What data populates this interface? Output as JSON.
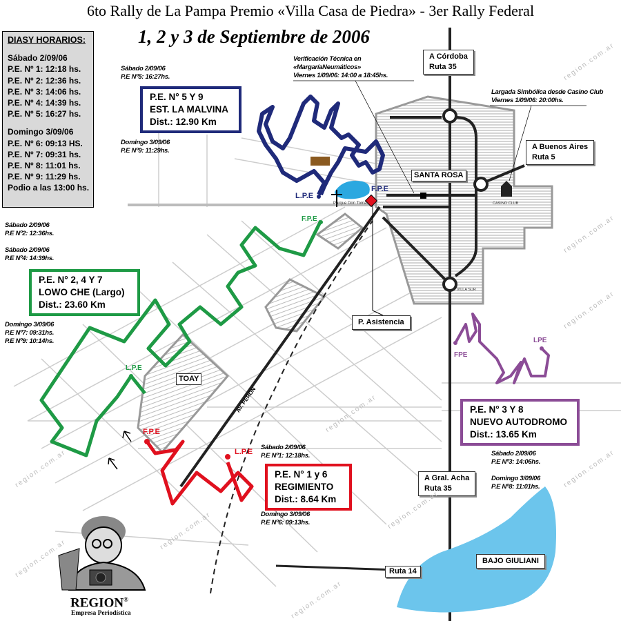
{
  "header": {
    "title": "6to Rally de La Pampa Premio «Villa Casa de Piedra» - 3er Rally Federal",
    "dates": "1, 2 y 3 de Septiembre de 2006"
  },
  "schedule": {
    "heading": "DIASY HORARIOS:",
    "day1": "Sábado 2/09/06",
    "day1_items": [
      "P.E. Nº 1: 12:18 hs.",
      "P.E. Nº 2: 12:36 hs.",
      "P.E. Nº 3: 14:06 hs.",
      "P.E. Nº 4: 14:39 hs.",
      "P.E. Nº 5: 16:27 hs."
    ],
    "day2": "Domingo 3/09/06",
    "day2_items": [
      "P.E. Nº 6: 09:13 HS.",
      "P.E. Nº 7: 09:31 hs.",
      "P.E. Nº 8: 11:01 hs.",
      "P.E. Nº 9: 11:29 hs.",
      "Podio a las 13:00 hs."
    ]
  },
  "notes": {
    "pe5": [
      "Sábado 2/09/06",
      "P.E Nº5: 16:27hs."
    ],
    "pe9": [
      "Domingo 3/09/06",
      "P.E Nº9: 11:29hs."
    ],
    "pe2": [
      "Sábado 2/09/06",
      "P.E Nº2: 12:36hs."
    ],
    "pe4": [
      "Sábado 2/09/06",
      "P.E Nº4: 14:39hs."
    ],
    "pe7_9": [
      "Domingo 3/09/06",
      "P.E Nº7: 09:31hs.",
      "P.E Nº9: 10:14hs."
    ],
    "pe1": [
      "Sábado 2/09/06",
      "P.E Nº1: 12:18hs."
    ],
    "pe6": [
      "Domingo 3/09/06",
      "P.E Nº6: 09:13hs."
    ],
    "pe3": [
      "Sábado 2/09/06",
      "P.E Nº3: 14:06hs."
    ],
    "pe8": [
      "Domingo 3/09/06",
      "P.E Nº8: 11:01hs."
    ],
    "verif": [
      "Verificación Técnica en",
      "«MargaríaNeumáticos»",
      "Viernes 1/09/06: 14:00 a 18:45hs."
    ],
    "largada": [
      "Largada Simbólica desde Casino Club",
      "Viernes 1/09/06: 20:00hs."
    ]
  },
  "stages": {
    "blue": {
      "lines": [
        "P.E. N° 5 Y 9",
        "EST. LA MALVINA",
        "Dist.: 12.90 Km"
      ],
      "color": "#1f2a7a"
    },
    "green": {
      "lines": [
        "P.E. N° 2, 4 Y 7",
        "LOWO CHE (Largo)",
        "Dist.: 23.60 Km"
      ],
      "color": "#1e9a45"
    },
    "red": {
      "lines": [
        "P.E. N° 1 y 6",
        "REGIMIENTO",
        "Dist.: 8.64 Km"
      ],
      "color": "#e0101e"
    },
    "purple": {
      "lines": [
        "P.E. N° 3 Y 8",
        "NUEVO AUTODROMO",
        "Dist.: 13.65 Km"
      ],
      "color": "#8b4c96"
    }
  },
  "labels": {
    "cordoba": [
      "A Córdoba",
      "Ruta 35"
    ],
    "bsas": [
      "A Buenos Aires",
      "Ruta 5"
    ],
    "gral_acha": [
      "A Gral. Acha",
      "Ruta 35"
    ],
    "santa_rosa": "SANTA ROSA",
    "asistencia": "P. Asistencia",
    "toay": "TOAY",
    "ruta14": "Ruta 14",
    "bajo": "BAJO GIULIANI",
    "av_peron": "AV. PERON",
    "parque": "Parque Don Tomás",
    "casino": "CASINO CLUB",
    "villa_sur": "VILLA SUR"
  },
  "markers": {
    "blue_lpe": "L.P.E",
    "blue_fpe": "F.P.E",
    "green_fpe": "F.P.E",
    "green_lpe": "L.P.E",
    "red_fpe": "F.P.E",
    "red_lpe": "L.P.E",
    "purple_fpe": "FPE",
    "purple_lpe": "LPE"
  },
  "logo": {
    "name": "REGION",
    "reg": "®",
    "tagline": "Empresa Periodística"
  },
  "watermark": "region.com.ar",
  "colors": {
    "lake": "#6cc5ec",
    "schedule_bg": "#d9d9d9",
    "road": "#222222",
    "streets": "#c8c8c8"
  }
}
